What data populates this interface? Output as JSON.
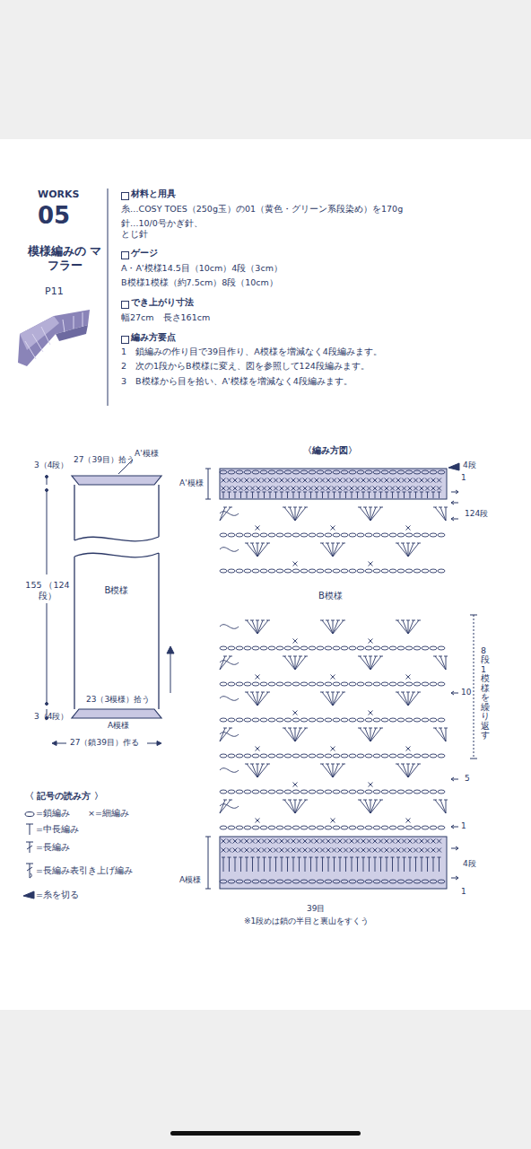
{
  "diagram": {
    "title": "模様編みの マフラー",
    "nodes": [
      {
        "text": [
          "B模様"
        ]
      }
    ],
    "labels": [
      "WORKS",
      "05",
      "P11",
      "材料と用具",
      "糸…COSY TOES（250g玉）の01（黄色・グリーン系段染め）を170g",
      "針…10/0号かぎ針、 とじ針",
      "ゲージ",
      "A・A'模様14.5目（10cm）4段（3cm）",
      "B模様1模様（約7.5cm）8段（10cm）",
      "でき上がり寸法",
      "幅27cm　長さ161cm",
      "編み方要点",
      "1　鎖編みの作り目で39目作り、A模様を増減なく4段編みます。",
      "2　次の1段からB模様に変え、図を参照して124段編みます。",
      "3　B模様から目を拾い、A'模様を増減なく4段編みます。",
      "27（39目）拾う",
      "A'模様",
      "3（4段）",
      "155 （124段）",
      "3（4段）",
      "23（3模様）拾う",
      "A模様",
      "27（鎖39目）作る",
      "〈編み方図〉",
      "A'模様",
      "4段",
      "1",
      "124段",
      "B模様",
      "8段1模様を繰り返す",
      "10",
      "5",
      "1",
      "4段",
      "1",
      "A模様",
      "39目",
      "※1段めは鎖の半目と裏山をすくう",
      "〈 記号の読み方 〉"
    ],
    "legend": [
      {
        "text": "=鎖編み"
      },
      {
        "text": "×=細編み"
      },
      {
        "text": "=中長編み"
      },
      {
        "text": "=長編み"
      },
      {
        "text": "=長編み表引き上げ編み"
      },
      {
        "text": "=糸を切る"
      }
    ]
  }
}
